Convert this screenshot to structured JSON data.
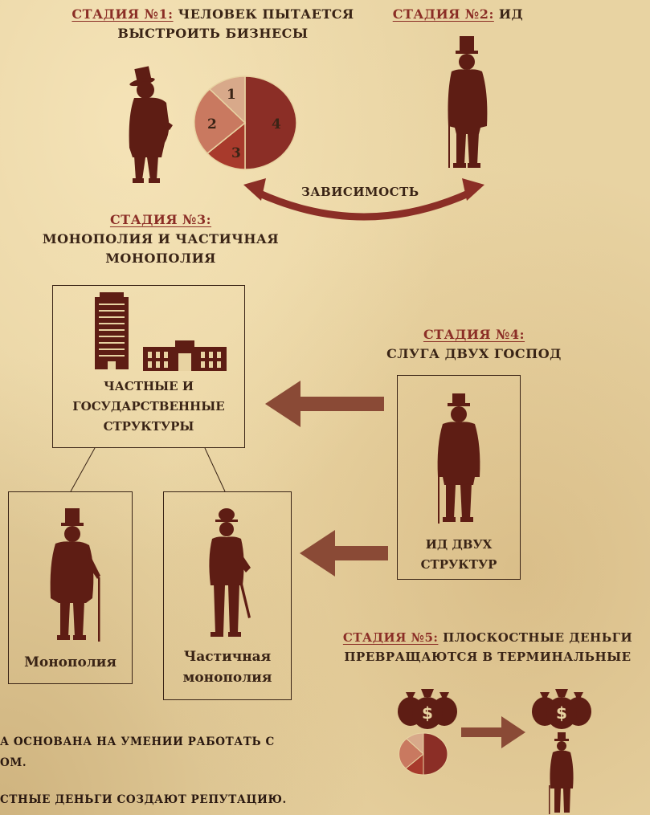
{
  "stage1": {
    "label": "Стадия №1:",
    "line1": "человек пытается",
    "line2": "выстроить бизнесы",
    "pie_labels": [
      "1",
      "2",
      "3",
      "4"
    ]
  },
  "stage2": {
    "label": "Стадия №2:",
    "text": "ИД"
  },
  "dependency": "Зависимость",
  "stage3": {
    "label": "Стадия №3:",
    "line1": "монополия и частичная",
    "line2": "монополия",
    "box_line1": "Частные и",
    "box_line2": "государственные",
    "box_line3": "структуры"
  },
  "stage4": {
    "label": "Стадия №4:",
    "text": "слуга двух господ",
    "box_line1": "ИД двух",
    "box_line2": "структур"
  },
  "monopoly": "Монополия",
  "partial": {
    "line1": "Частичная",
    "line2": "монополия"
  },
  "stage5": {
    "label": "Стадия №5:",
    "line1": "плоскостные деньги",
    "line2": "превращаются в терминальные"
  },
  "notes": {
    "line1": "а основана на умении работать с",
    "line2": "ом.",
    "line3": "стные деньги создают репутацию."
  },
  "colors": {
    "dark": "#5e1d14",
    "red": "#8b2e26",
    "ink": "#3a2416",
    "arrow": "#8a4a36"
  }
}
